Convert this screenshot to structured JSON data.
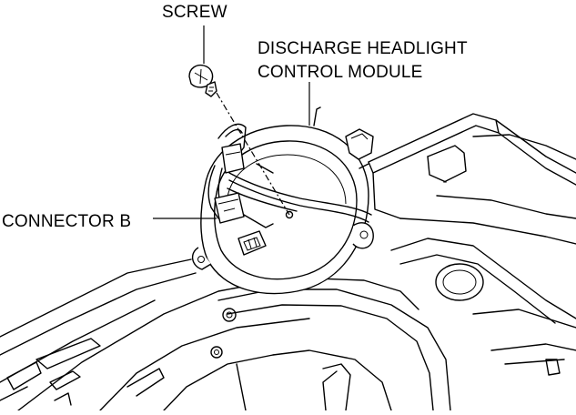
{
  "labels": {
    "screw": "SCREW",
    "module_line1": "DISCHARGE HEADLIGHT",
    "module_line2": "CONTROL MODULE",
    "connector": "CONNECTOR B"
  },
  "colors": {
    "ink": "#000000",
    "background": "#ffffff"
  }
}
